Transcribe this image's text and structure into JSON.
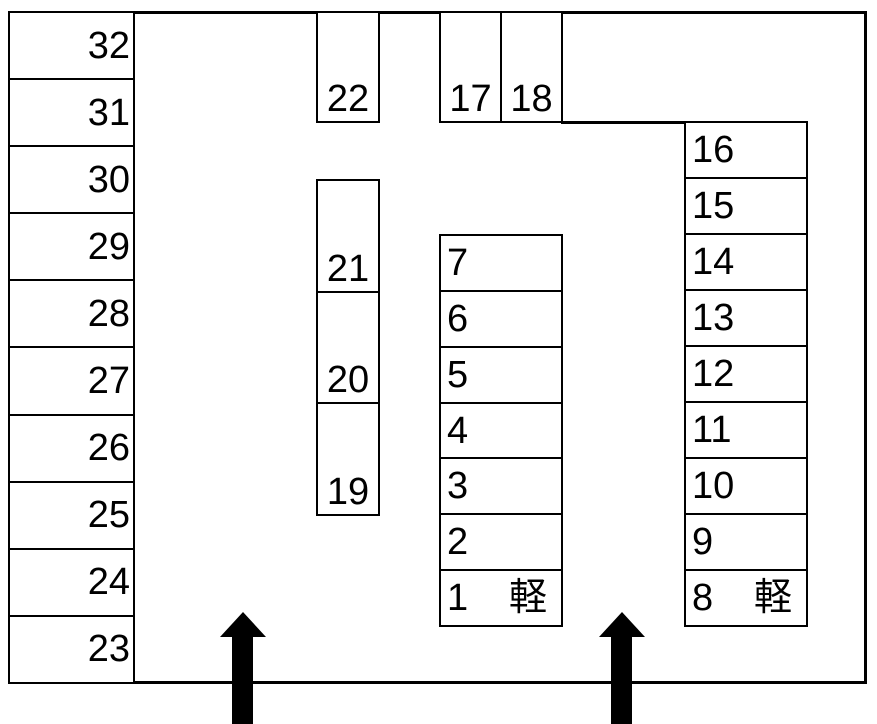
{
  "colors": {
    "background": "#ffffff",
    "line": "#000000",
    "arrow_fill": "#000000"
  },
  "left_column": {
    "spaces": [
      {
        "number": "32"
      },
      {
        "number": "31"
      },
      {
        "number": "30"
      },
      {
        "number": "29"
      },
      {
        "number": "28"
      },
      {
        "number": "27"
      },
      {
        "number": "26"
      },
      {
        "number": "25"
      },
      {
        "number": "24"
      },
      {
        "number": "23"
      }
    ]
  },
  "bay_22": {
    "number": "22"
  },
  "top_row": {
    "spaces": [
      {
        "number": "17"
      },
      {
        "number": "18"
      }
    ]
  },
  "column_19_21": {
    "spaces": [
      {
        "number": "21"
      },
      {
        "number": "20"
      },
      {
        "number": "19"
      }
    ]
  },
  "center_column": {
    "spaces": [
      {
        "number": "7"
      },
      {
        "number": "6"
      },
      {
        "number": "5"
      },
      {
        "number": "4"
      },
      {
        "number": "3"
      },
      {
        "number": "2"
      },
      {
        "number": "1",
        "kei": "軽"
      }
    ]
  },
  "right_column": {
    "spaces": [
      {
        "number": "16"
      },
      {
        "number": "15"
      },
      {
        "number": "14"
      },
      {
        "number": "13"
      },
      {
        "number": "12"
      },
      {
        "number": "11"
      },
      {
        "number": "10"
      },
      {
        "number": "9"
      },
      {
        "number": "8",
        "kei": "軽"
      }
    ]
  },
  "entrance_arrows": [
    {
      "icon": "up-arrow",
      "position": "left"
    },
    {
      "icon": "up-arrow",
      "position": "right"
    }
  ]
}
